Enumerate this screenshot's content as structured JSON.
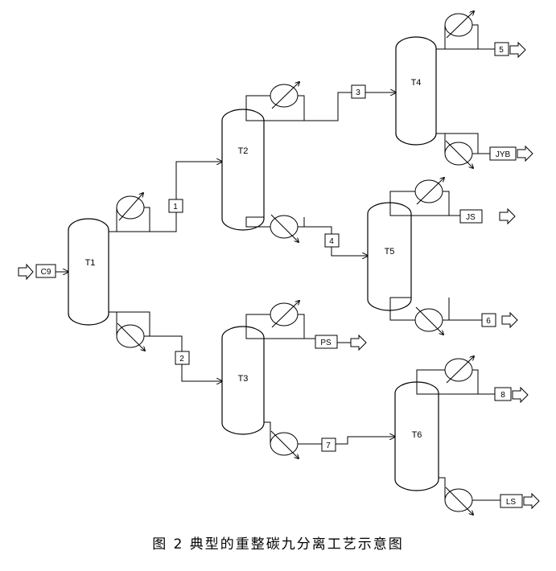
{
  "columns": {
    "t1": "T1",
    "t2": "T2",
    "t3": "T3",
    "t4": "T4",
    "t5": "T5",
    "t6": "T6"
  },
  "streams": {
    "feed": "C9",
    "s1": "1",
    "s2": "2",
    "s3": "3",
    "s4": "4",
    "s5": "5",
    "s6": "6",
    "s7": "7",
    "s8": "8",
    "jyb": "JYB",
    "js": "JS",
    "ps": "PS",
    "ls": "LS"
  },
  "caption": "图 2  典型的重整碳九分离工艺示意图"
}
